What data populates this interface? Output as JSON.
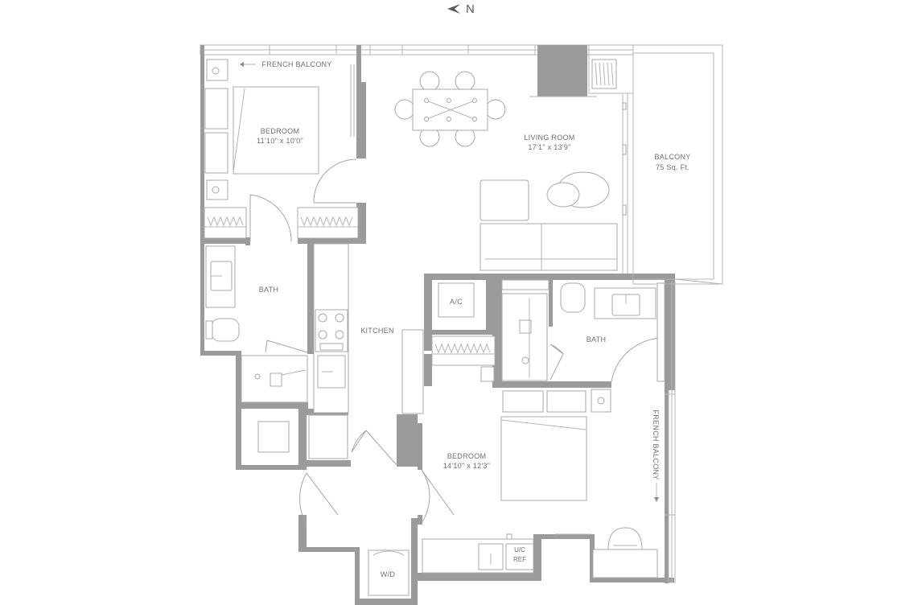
{
  "compass": {
    "label": "N"
  },
  "rooms": {
    "bedroom1": {
      "name": "BEDROOM",
      "dims": "11'10\" x 10'0\""
    },
    "living": {
      "name": "LIVING ROOM",
      "dims": "17'1\" x 13'9\""
    },
    "balcony": {
      "name": "BALCONY",
      "area": "75 Sq. Ft."
    },
    "bath1": {
      "name": "BATH"
    },
    "kitchen": {
      "name": "KITCHEN"
    },
    "ac": {
      "name": "A/C"
    },
    "bath2": {
      "name": "BATH"
    },
    "bedroom2": {
      "name": "BEDROOM",
      "dims": "14'10\" x 12'3\""
    },
    "wd": {
      "name": "W/D"
    },
    "ucref": {
      "line1": "U/C",
      "line2": "REF"
    }
  },
  "annotations": {
    "french_balcony_top": "FRENCH BALCONY",
    "french_balcony_right": "FRENCH BALCONY"
  },
  "colors": {
    "walls": "#9b9b9b",
    "lines": "#b4b4b4",
    "text": "#6f6f6f"
  }
}
